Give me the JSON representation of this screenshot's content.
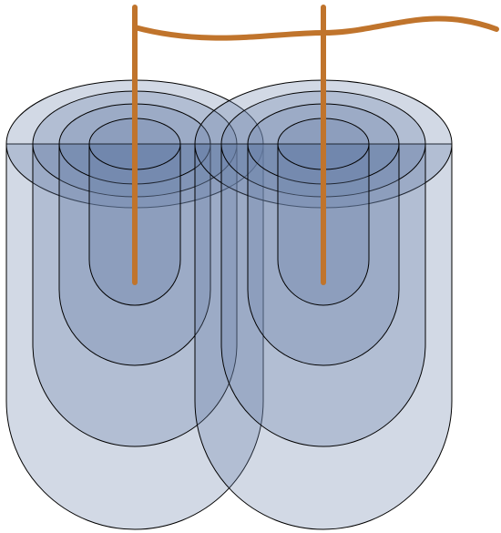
{
  "diagram": {
    "description_free": true,
    "colors": {
      "shell_fill": "#6a82aa",
      "shell_fill_opacity": 0.3,
      "shell_stroke": "#000000",
      "rod_color": "#c0742c",
      "background": "#ffffff"
    },
    "groups": [
      {
        "id": "left",
        "shell_count": 4
      },
      {
        "id": "right",
        "shell_count": 4
      }
    ],
    "wire": {
      "id": "connecting-wire"
    }
  }
}
